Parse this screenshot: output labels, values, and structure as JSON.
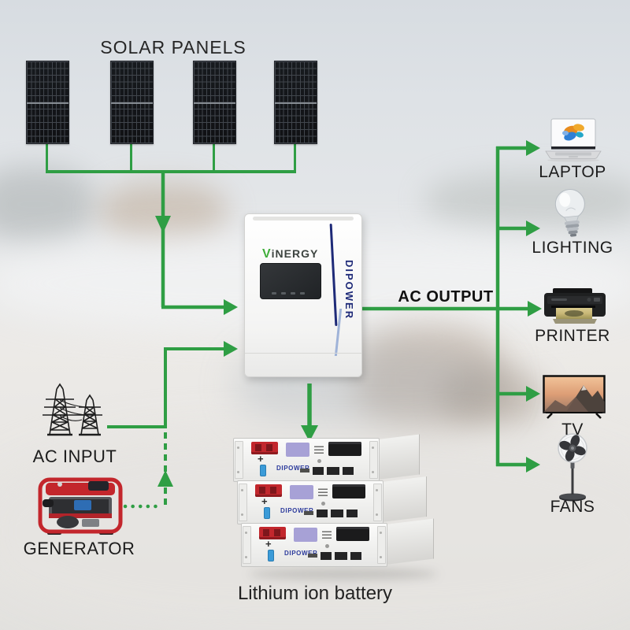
{
  "colors": {
    "connector_green": "#2f9e44",
    "brand_green": "#3fae3a",
    "brand_navy": "#1e2a78",
    "battery_brand_blue": "#2b3a9c",
    "generator_red": "#c3262c",
    "label_dark": "#1c1c1c"
  },
  "solar": {
    "title": "SOLAR PANELS",
    "panel_count": 4
  },
  "inverter": {
    "brand_first": "V",
    "brand_rest": "iNERGY",
    "side_label": "DIPOWER"
  },
  "ac_input": {
    "label": "AC INPUT"
  },
  "generator": {
    "label": "GENERATOR"
  },
  "battery": {
    "brand": "DIPOWER",
    "polarity": "+",
    "module_count": 3,
    "caption": "Lithium ion battery"
  },
  "ac_output": {
    "label": "AC OUTPUT",
    "devices": [
      {
        "id": "laptop",
        "label": "LAPTOP",
        "icon": "laptop-icon"
      },
      {
        "id": "lighting",
        "label": "LIGHTING",
        "icon": "light-bulb-icon"
      },
      {
        "id": "printer",
        "label": "PRINTER",
        "icon": "printer-icon"
      },
      {
        "id": "tv",
        "label": "TV",
        "icon": "tv-icon"
      },
      {
        "id": "fans",
        "label": "FANS",
        "icon": "standing-fan-icon"
      }
    ]
  },
  "icons": {
    "solar_panel": "solar-panel-icon",
    "ac_input": "transmission-tower-icon",
    "generator": "generator-icon",
    "flow_arrow": "green-arrow-icon"
  }
}
